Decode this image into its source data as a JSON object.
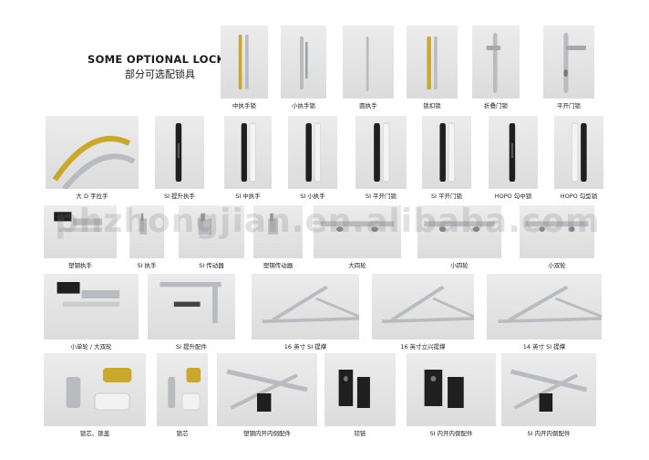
{
  "header": {
    "title_en": "SOME OPTIONAL LOCKS",
    "title_cn": "部分可选配锁具"
  },
  "watermark": "phzhongjian.en.alibaba.com",
  "colors": {
    "page": "#ffffff",
    "photo_bg": "#e4e4e4",
    "metal": "#b8bcc0",
    "dark": "#1f1f1f",
    "gold": "#c9a830"
  },
  "rows": [
    {
      "items": [
        {
          "caption": "中执手锁",
          "icon": "handle-pair-gold"
        },
        {
          "caption": "小执手锁",
          "icon": "handle-silver"
        },
        {
          "caption": "圆执手",
          "icon": "handle-slim"
        },
        {
          "caption": "锁扣锁",
          "icon": "handle-gold-latch"
        },
        {
          "caption": "折叠门锁",
          "icon": "lever-plate"
        },
        {
          "caption": "平开门锁",
          "icon": "lever-plate-knob"
        }
      ]
    },
    {
      "items": [
        {
          "caption": "大 D 字拉手",
          "icon": "d-pull-handles"
        },
        {
          "caption": "SI 提升执手",
          "icon": "handle-black"
        },
        {
          "caption": "SI 中执手",
          "icon": "handle-black-white"
        },
        {
          "caption": "SI 小执手",
          "icon": "handle-black-white"
        },
        {
          "caption": "SI 平开门锁",
          "icon": "handle-black-white"
        },
        {
          "caption": "SI 平开门锁",
          "icon": "handle-black-white"
        },
        {
          "caption": "HOPO 勾中锁",
          "icon": "handle-black"
        },
        {
          "caption": "HOPO 勾型锁",
          "icon": "handle-white-black"
        }
      ]
    },
    {
      "items": [
        {
          "caption": "塑钢执手",
          "icon": "hardware-mix"
        },
        {
          "caption": "SI 执手",
          "icon": "small-part"
        },
        {
          "caption": "SI 传动器",
          "icon": "small-part"
        },
        {
          "caption": "塑钢传动器",
          "icon": "small-part"
        },
        {
          "caption": "大四轮",
          "icon": "roller-rail"
        },
        {
          "caption": "小四轮",
          "icon": "roller-rail"
        },
        {
          "caption": "小双轮",
          "icon": "roller-rail"
        }
      ]
    },
    {
      "items": [
        {
          "caption": "小单轮 / 大双轮",
          "icon": "hardware-mix"
        },
        {
          "caption": "SI 提升配件",
          "icon": "corner-bracket"
        },
        {
          "caption": "16 英寸 SI 提撑",
          "icon": "friction-stay"
        },
        {
          "caption": "16 英寸立兴提撑",
          "icon": "friction-stay"
        },
        {
          "caption": "14 英寸 SI 提撑",
          "icon": "friction-stay"
        }
      ]
    },
    {
      "items": [
        {
          "caption": "锁芯、锁盖",
          "icon": "lock-cylinder"
        },
        {
          "caption": "锁芯",
          "icon": "lock-cylinder"
        },
        {
          "caption": "塑钢内开内倒配件",
          "icon": "parts-kit"
        },
        {
          "caption": "铰链",
          "icon": "hinge-set"
        },
        {
          "caption": "SI 内开内倒配件",
          "icon": "hinge-set"
        },
        {
          "caption": "SI 内开内倒配件",
          "icon": "parts-kit"
        }
      ]
    }
  ]
}
